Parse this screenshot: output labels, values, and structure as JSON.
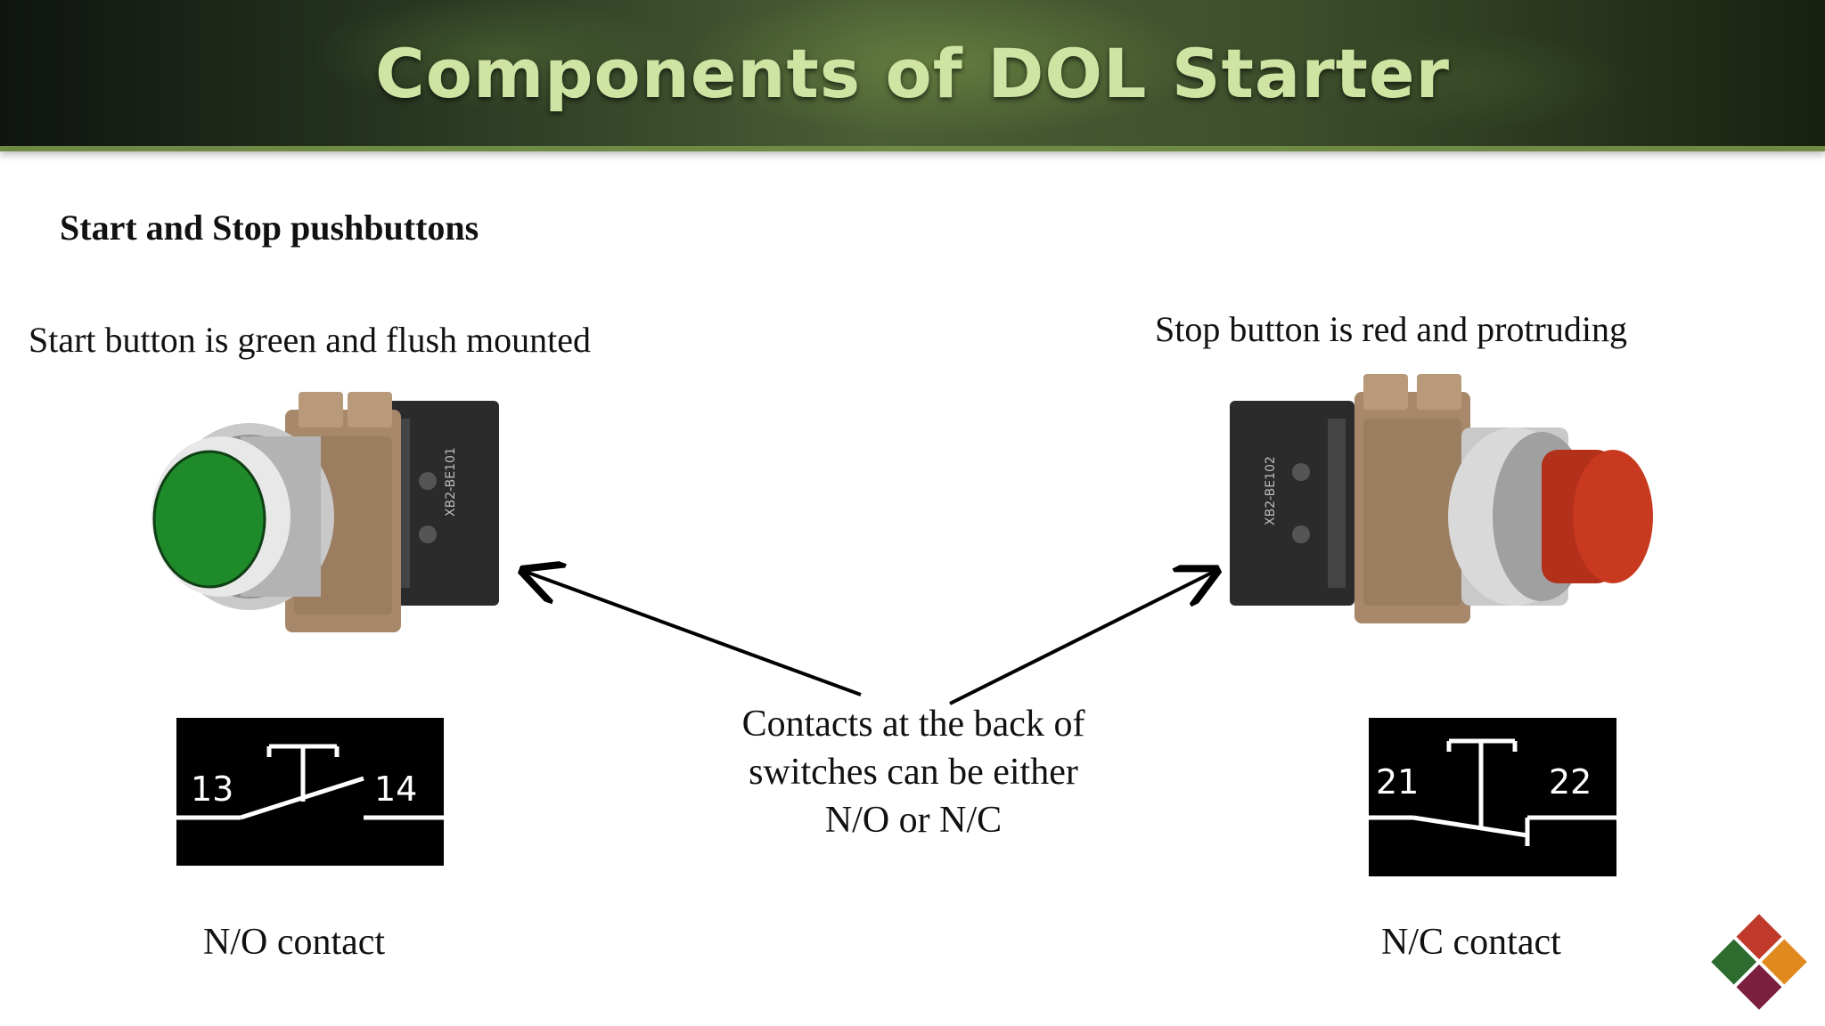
{
  "header": {
    "title": "Components of DOL Starter"
  },
  "section": {
    "subtitle": "Start and Stop pushbuttons"
  },
  "start": {
    "caption": "Start button is green and flush mounted",
    "contact_label": "N/O contact",
    "terminal_left": "13",
    "terminal_right": "14",
    "button_color": "#1f8a2a"
  },
  "stop": {
    "caption": "Stop button is red and protruding",
    "contact_label": "N/C contact",
    "terminal_left": "21",
    "terminal_right": "22",
    "button_color": "#c8391f"
  },
  "note": {
    "lines": [
      "Contacts at the back of",
      "switches can be either",
      "N/O or N/C"
    ]
  },
  "colors": {
    "title": "#cfe3a2",
    "header_bg": "#2b3a22"
  }
}
